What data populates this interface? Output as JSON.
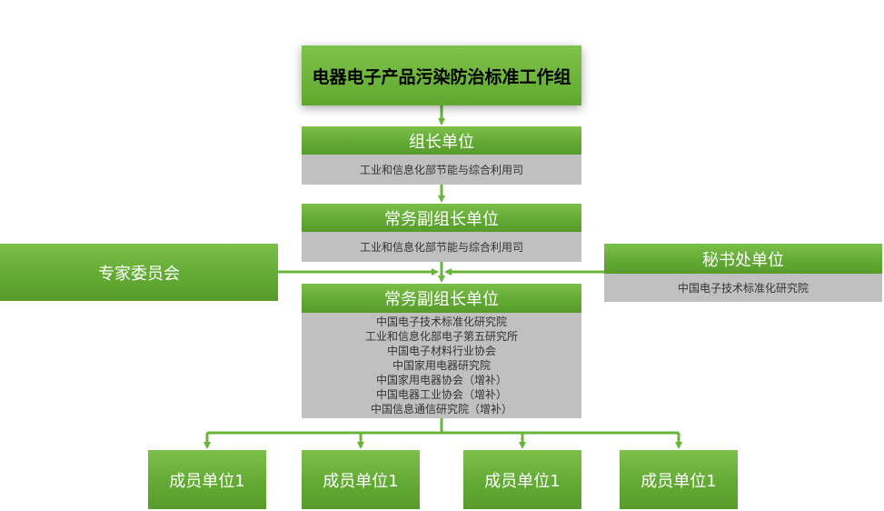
{
  "top": {
    "title": "电器电子产品污染防治标准工作组"
  },
  "leader": {
    "header": "组长单位",
    "unit": "工业和信息化部节能与综合利用司"
  },
  "exec_deputy": {
    "header": "常务副组长单位",
    "unit": "工业和信息化部节能与综合利用司"
  },
  "deputy": {
    "header": "常务副组长单位",
    "units": [
      "中国电子技术标准化研究院",
      "工业和信息化部电子第五研究所",
      "中国电子材料行业协会",
      "中国家用电器研究院",
      "中国家用电器协会（增补）",
      "中国电器工业协会（增补）",
      "中国信息通信研究院（增补）"
    ]
  },
  "expert": {
    "label": "专家委员会"
  },
  "secretariat": {
    "header": "秘书处单位",
    "unit": "中国电子技术标准化研究院"
  },
  "members": [
    "成员单位1",
    "成员单位1",
    "成员单位1",
    "成员单位1"
  ],
  "colors": {
    "green": "#63aa34",
    "gray": "#c0c0c0",
    "line": "#6ab43c"
  }
}
